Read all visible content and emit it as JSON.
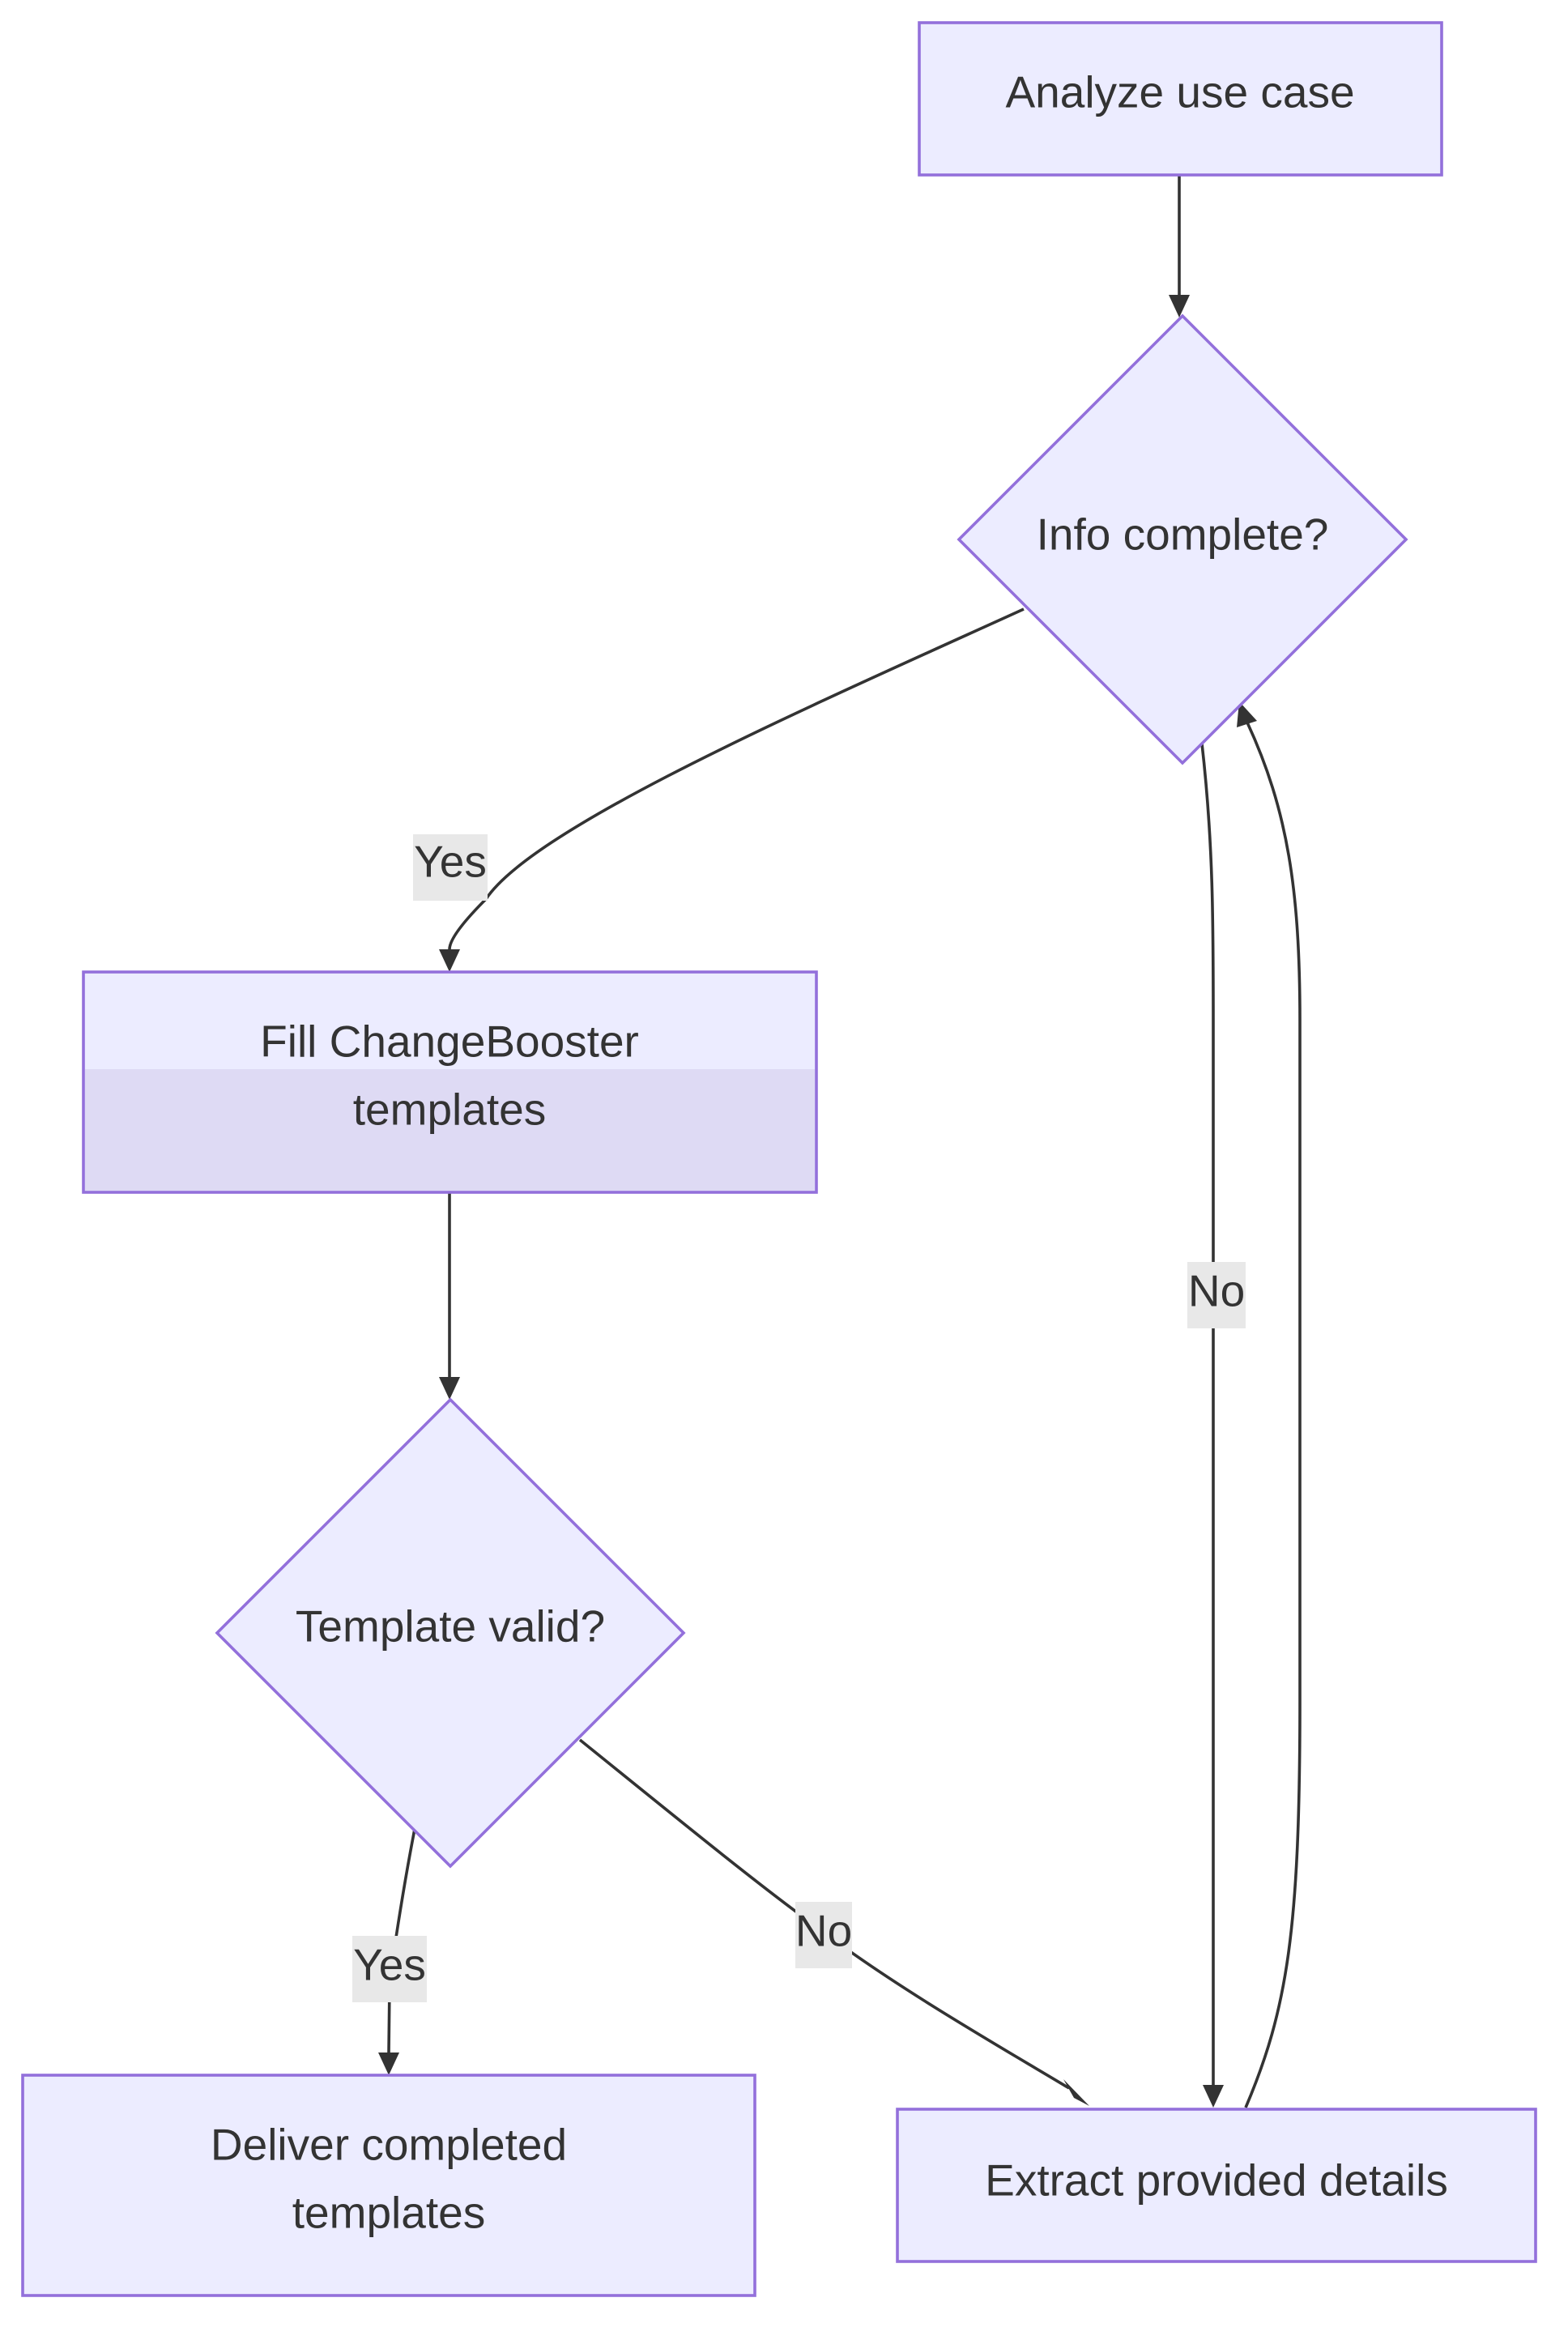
{
  "diagram": {
    "type": "flowchart",
    "colors": {
      "node_fill": "#ECECFF",
      "node_stroke": "#9370DB",
      "edge": "#333333",
      "label_bg": "#E8E8E8",
      "text": "#333333"
    },
    "nodes": {
      "analyze": {
        "lines": [
          "Analyze use case"
        ],
        "shape": "rect"
      },
      "info": {
        "lines": [
          "Info complete?"
        ],
        "shape": "diamond"
      },
      "fill": {
        "lines": [
          "Fill ChangeBooster",
          "templates"
        ],
        "shape": "rect"
      },
      "valid": {
        "lines": [
          "Template valid?"
        ],
        "shape": "diamond"
      },
      "deliver": {
        "lines": [
          "Deliver completed",
          "templates"
        ],
        "shape": "rect"
      },
      "extract": {
        "lines": [
          "Extract provided details"
        ],
        "shape": "rect"
      }
    },
    "edges": {
      "analyze_info": {
        "from": "analyze",
        "to": "info",
        "label": ""
      },
      "info_fill": {
        "from": "info",
        "to": "fill",
        "label": "Yes"
      },
      "info_extract": {
        "from": "info",
        "to": "extract",
        "label": "No"
      },
      "extract_info": {
        "from": "extract",
        "to": "info",
        "label": ""
      },
      "fill_valid": {
        "from": "fill",
        "to": "valid",
        "label": ""
      },
      "valid_deliver": {
        "from": "valid",
        "to": "deliver",
        "label": "Yes"
      },
      "valid_extract": {
        "from": "valid",
        "to": "extract",
        "label": "No"
      }
    }
  }
}
